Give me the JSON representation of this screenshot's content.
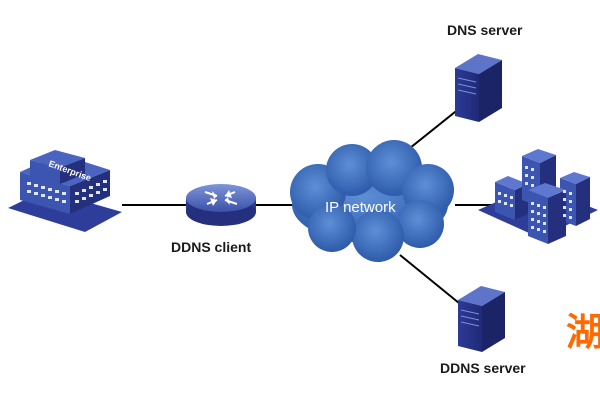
{
  "nodes": {
    "dns_server": {
      "label": "DNS server",
      "icon": "server-icon"
    },
    "ddns_server": {
      "label": "DDNS server",
      "icon": "server-icon"
    },
    "ddns_client": {
      "label": "DDNS client",
      "icon": "router-icon"
    },
    "ip_network": {
      "label": "IP network",
      "icon": "cloud-icon"
    },
    "enterprise": {
      "label": "Enterprise",
      "icon": "building-icon"
    },
    "web_servers": {
      "label": "",
      "icon": "city-buildings-icon"
    }
  },
  "watermark": {
    "text": "湖"
  },
  "colors": {
    "device_blue": "#2e3d9a",
    "cloud_blue": "#2f63b5",
    "watermark": "#ff6a00",
    "line": "#000000"
  }
}
